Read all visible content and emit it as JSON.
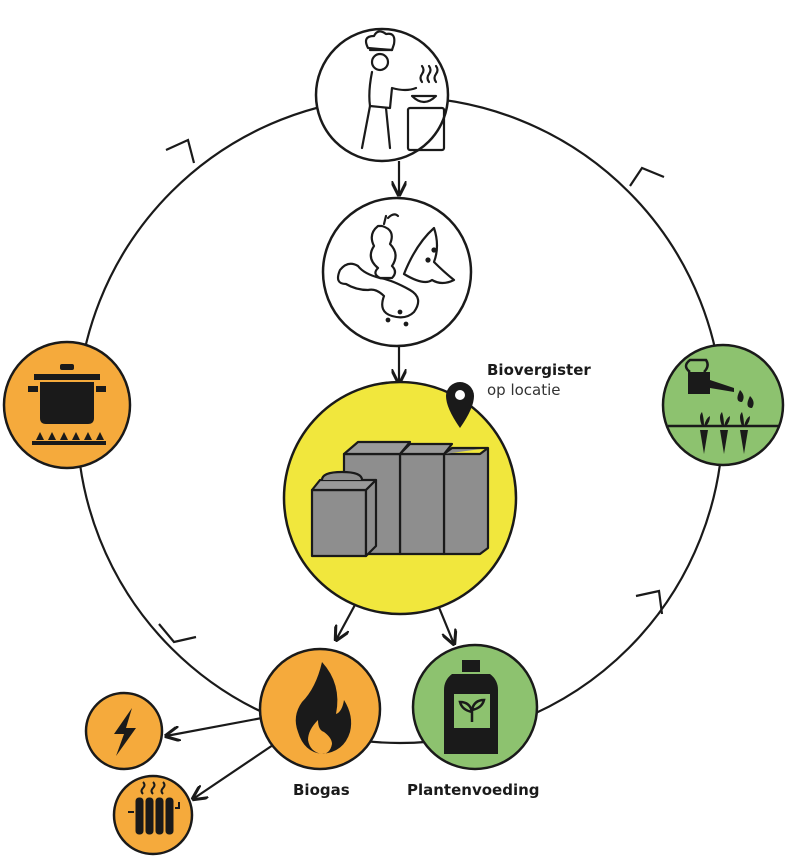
{
  "colors": {
    "orange": "#F5AA3C",
    "green": "#8DC26F",
    "yellow": "#F1E73D",
    "white": "#FFFFFF",
    "stroke": "#1a1a1a",
    "box": "#8E8E8E"
  },
  "labels": {
    "digester_title": "Biovergister",
    "digester_sub": "op locatie",
    "biogas": "Biogas",
    "plant_food": "Plantenvoeding"
  },
  "nodes": [
    {
      "id": "chef",
      "icon": "chef-cooking-icon",
      "fill": "white"
    },
    {
      "id": "food-waste",
      "icon": "food-waste-icon",
      "fill": "white"
    },
    {
      "id": "digester",
      "icon": "digester-tanks-icon",
      "fill": "yellow"
    },
    {
      "id": "biogas",
      "icon": "flame-icon",
      "fill": "orange"
    },
    {
      "id": "plant-food",
      "icon": "fertilizer-bottle-icon",
      "fill": "green"
    },
    {
      "id": "watering",
      "icon": "watering-carrots-icon",
      "fill": "green"
    },
    {
      "id": "cooking",
      "icon": "cooking-pot-icon",
      "fill": "orange"
    },
    {
      "id": "electricity",
      "icon": "lightning-icon",
      "fill": "orange"
    },
    {
      "id": "heating",
      "icon": "radiator-icon",
      "fill": "orange"
    }
  ]
}
